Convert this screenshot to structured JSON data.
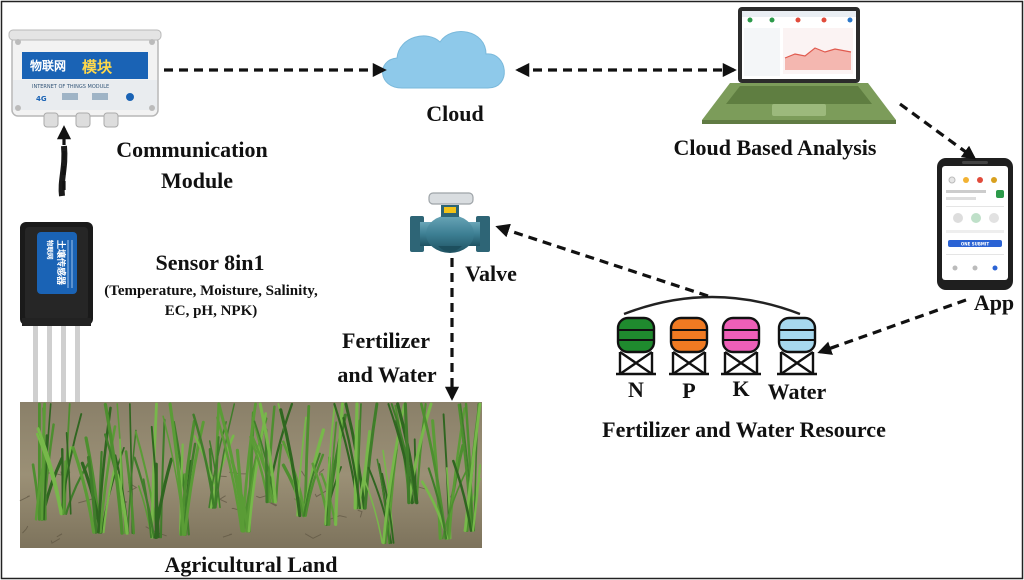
{
  "labels": {
    "communication_line1": "Communication",
    "communication_line2": "Module",
    "cloud": "Cloud",
    "analysis": "Cloud Based Analysis",
    "app": "App",
    "sensor_title": "Sensor 8in1",
    "sensor_params_line1": "(Temperature, Moisture, Salinity,",
    "sensor_params_line2": "EC, pH, NPK)",
    "valve": "Valve",
    "fw_line1": "Fertilizer",
    "fw_line2": "and Water",
    "land": "Agricultural Land",
    "resource": "Fertilizer and Water Resource"
  },
  "tanks": [
    {
      "label": "N",
      "color": "#1f8a2e"
    },
    {
      "label": "P",
      "color": "#f07a22"
    },
    {
      "label": "K",
      "color": "#ee5fb8"
    },
    {
      "label": "Water",
      "color": "#a7d8ee"
    }
  ],
  "device": {
    "brand": "物联网",
    "product": "模块",
    "subtitle": "INTERNET OF THINGS MODULE",
    "signal": "4G"
  },
  "sensor": {
    "brand": "物联网",
    "name": "土壤传感器"
  },
  "app_screen": {
    "button": "ONE SUBMIT"
  },
  "colors": {
    "arrow": "#111111",
    "cloud": "#8ec9ea",
    "valve_body": "#3d7f93",
    "laptop_body": "#7c9c5a",
    "device_blue": "#1a63b5"
  }
}
